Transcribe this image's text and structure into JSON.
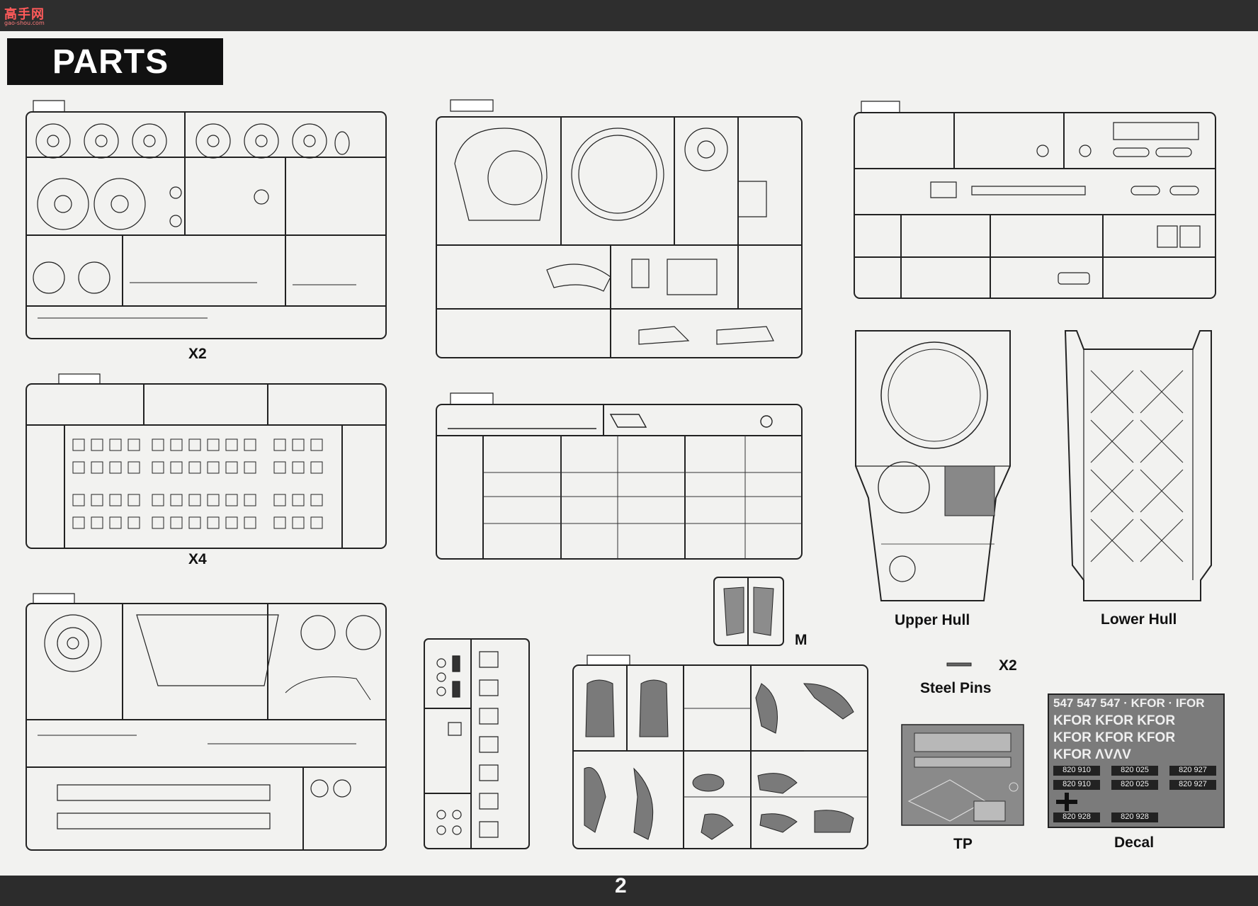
{
  "watermark": {
    "line1": "高手网",
    "line2": "gao-shou.com"
  },
  "header": {
    "title": "PARTS"
  },
  "sprue_labels": {
    "wheels": "X2",
    "tracks": "X4",
    "upper_hull": "Upper Hull",
    "lower_hull": "Lower Hull",
    "mesh": "M",
    "steel_pins_qty": "X2",
    "steel_pins": "Steel Pins",
    "photo_etch": "TP",
    "decal": "Decal"
  },
  "decal_sheet": {
    "row1": "547 547 547 · KFOR · IFOR",
    "row2": "KFOR  KFOR KFOR",
    "row3": "KFOR  KFOR KFOR",
    "row4": "KFOR ΛVΛV",
    "plates": [
      "820 910",
      "820 025",
      "820 927",
      "820 910",
      "820 025",
      "820 927",
      "820 928",
      "820 928"
    ]
  },
  "footer": {
    "page_number": "2"
  },
  "colors": {
    "band": "#2e2e2e",
    "paper": "#f2f2f0",
    "header_bg": "#111111"
  }
}
